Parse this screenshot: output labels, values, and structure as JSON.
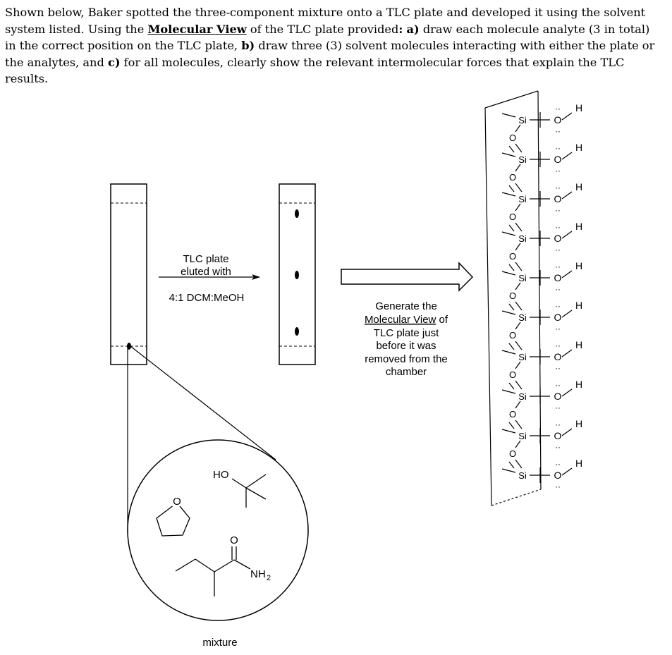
{
  "question": {
    "p1": "Shown below, Baker spotted the three-component mixture onto a TLC plate and developed it using the solvent system listed. Using the ",
    "emph_view": "Molecular View",
    "p2": " of the TLC plate provided",
    "colon": ":",
    "a": "a)",
    "p3": " draw each molecule analyte (3 in total) in the correct position on the TLC plate, ",
    "b": "b)",
    "p4": " draw three (3) solvent molecules interacting with either the plate or the analytes, and ",
    "c": "c)",
    "p5": " for all molecules, clearly show the relevant intermolecular forces that explain the TLC results."
  },
  "figure": {
    "elution_line1": "TLC plate",
    "elution_line2": "eluted with",
    "solvent": "4:1 DCM:MeOH",
    "generate_line1": "Generate the",
    "generate_link": "Molecular View",
    "generate_of": " of",
    "generate_line3": "TLC plate just",
    "generate_line4": "before it was",
    "generate_line5": "removed from the",
    "generate_line6": "chamber",
    "mixture_label": "mixture"
  },
  "atoms": {
    "si": "Si",
    "o": "O",
    "h": "H",
    "lone_pair": "··",
    "ho": "HO",
    "nh": "NH",
    "sub2": "2"
  }
}
